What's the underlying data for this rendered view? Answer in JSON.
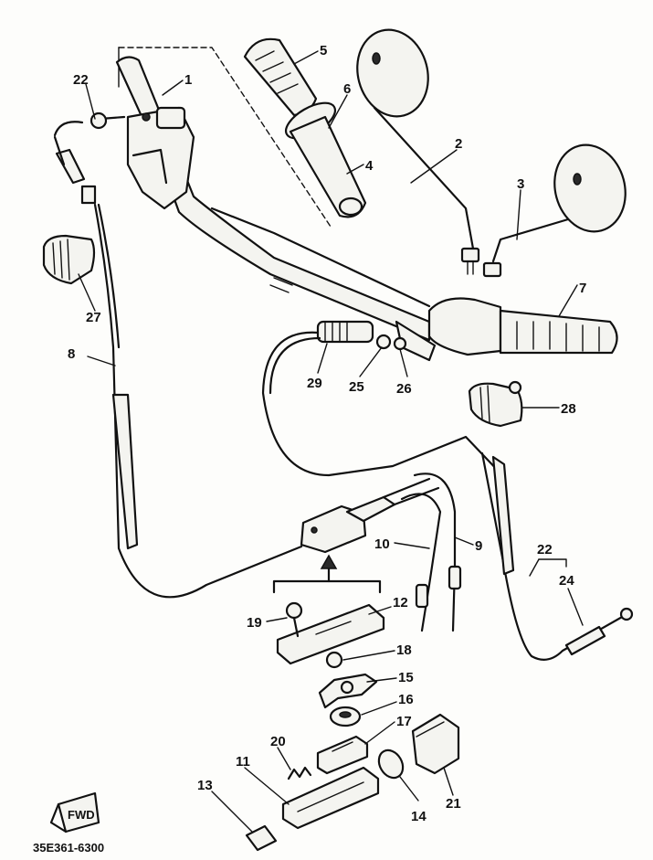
{
  "diagram": {
    "code": "35E361-6300",
    "direction_badge": "FWD",
    "callouts": [
      {
        "id": "c1",
        "text": "1"
      },
      {
        "id": "c2",
        "text": "2"
      },
      {
        "id": "c3",
        "text": "3"
      },
      {
        "id": "c4",
        "text": "4"
      },
      {
        "id": "c5",
        "text": "5"
      },
      {
        "id": "c6",
        "text": "6"
      },
      {
        "id": "c7",
        "text": "7"
      },
      {
        "id": "c8",
        "text": "8"
      },
      {
        "id": "c9",
        "text": "9"
      },
      {
        "id": "c10",
        "text": "10"
      },
      {
        "id": "c11",
        "text": "11"
      },
      {
        "id": "c12",
        "text": "12"
      },
      {
        "id": "c13",
        "text": "13"
      },
      {
        "id": "c14",
        "text": "14"
      },
      {
        "id": "c15",
        "text": "15"
      },
      {
        "id": "c16",
        "text": "16"
      },
      {
        "id": "c17",
        "text": "17"
      },
      {
        "id": "c18",
        "text": "18"
      },
      {
        "id": "c19",
        "text": "19"
      },
      {
        "id": "c20",
        "text": "20"
      },
      {
        "id": "c21",
        "text": "21"
      },
      {
        "id": "c22a",
        "text": "22"
      },
      {
        "id": "c22b",
        "text": "22"
      },
      {
        "id": "c24",
        "text": "24"
      },
      {
        "id": "c25",
        "text": "25"
      },
      {
        "id": "c26",
        "text": "26"
      },
      {
        "id": "c27",
        "text": "27"
      },
      {
        "id": "c28",
        "text": "28"
      },
      {
        "id": "c29",
        "text": "29"
      }
    ]
  }
}
